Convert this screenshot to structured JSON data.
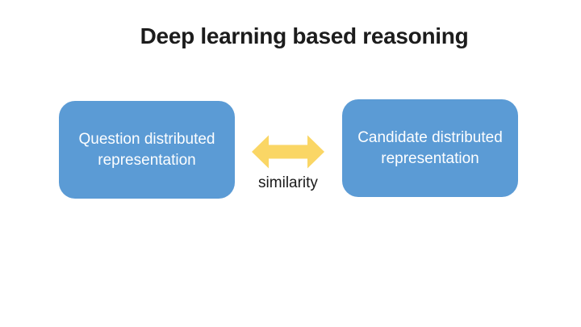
{
  "slide": {
    "title": "Deep learning based reasoning",
    "nodes": [
      {
        "id": "question-representation",
        "label": "Question distributed representation"
      },
      {
        "id": "candidate-representation",
        "label": "Candidate distributed representation"
      }
    ],
    "connector": {
      "label": "similarity",
      "icon": "double-headed-arrow-icon"
    },
    "colors": {
      "node_fill": "#5b9bd5",
      "node_text": "#fdfeff",
      "arrow_fill": "#fad665",
      "title_text": "#1c1c1c",
      "background": "#ffffff"
    }
  }
}
